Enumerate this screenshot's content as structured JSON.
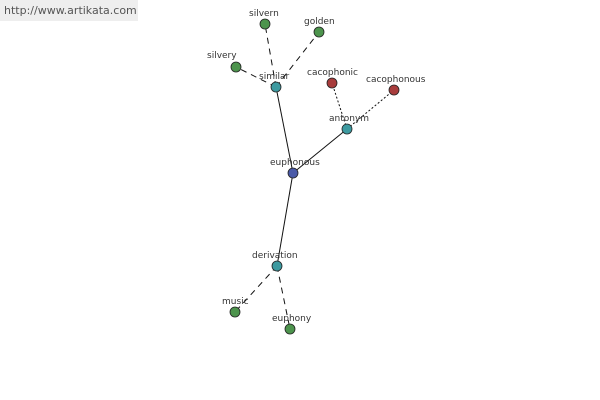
{
  "site_link": {
    "text": "http://www.artikata.com"
  },
  "colors": {
    "center": "#4a5aa8",
    "relation": "#3d9aa0",
    "related": "#4d944d",
    "antonym_word": "#a83c3c"
  },
  "graph": {
    "nodes": [
      {
        "id": "euphonous",
        "label": "euphonous",
        "kind": "center"
      },
      {
        "id": "similar",
        "label": "similar",
        "kind": "relation"
      },
      {
        "id": "antonym",
        "label": "antonym",
        "kind": "relation"
      },
      {
        "id": "derivation",
        "label": "derivation",
        "kind": "relation"
      },
      {
        "id": "silvern",
        "label": "silvern",
        "kind": "related"
      },
      {
        "id": "golden",
        "label": "golden",
        "kind": "related"
      },
      {
        "id": "silvery",
        "label": "silvery",
        "kind": "related"
      },
      {
        "id": "cacophonic",
        "label": "cacophonic",
        "kind": "antonym_word"
      },
      {
        "id": "cacophonous",
        "label": "cacophonous",
        "kind": "antonym_word"
      },
      {
        "id": "music",
        "label": "music",
        "kind": "related"
      },
      {
        "id": "euphony",
        "label": "euphony",
        "kind": "related"
      }
    ],
    "edges": [
      {
        "from": "euphonous",
        "to": "similar",
        "style": "solid"
      },
      {
        "from": "euphonous",
        "to": "antonym",
        "style": "solid"
      },
      {
        "from": "euphonous",
        "to": "derivation",
        "style": "solid"
      },
      {
        "from": "similar",
        "to": "silvern",
        "style": "dashed"
      },
      {
        "from": "similar",
        "to": "golden",
        "style": "dashed"
      },
      {
        "from": "similar",
        "to": "silvery",
        "style": "dashed"
      },
      {
        "from": "antonym",
        "to": "cacophonic",
        "style": "dotted"
      },
      {
        "from": "antonym",
        "to": "cacophonous",
        "style": "dotted"
      },
      {
        "from": "derivation",
        "to": "music",
        "style": "dashed"
      },
      {
        "from": "derivation",
        "to": "euphony",
        "style": "dashed"
      }
    ]
  }
}
